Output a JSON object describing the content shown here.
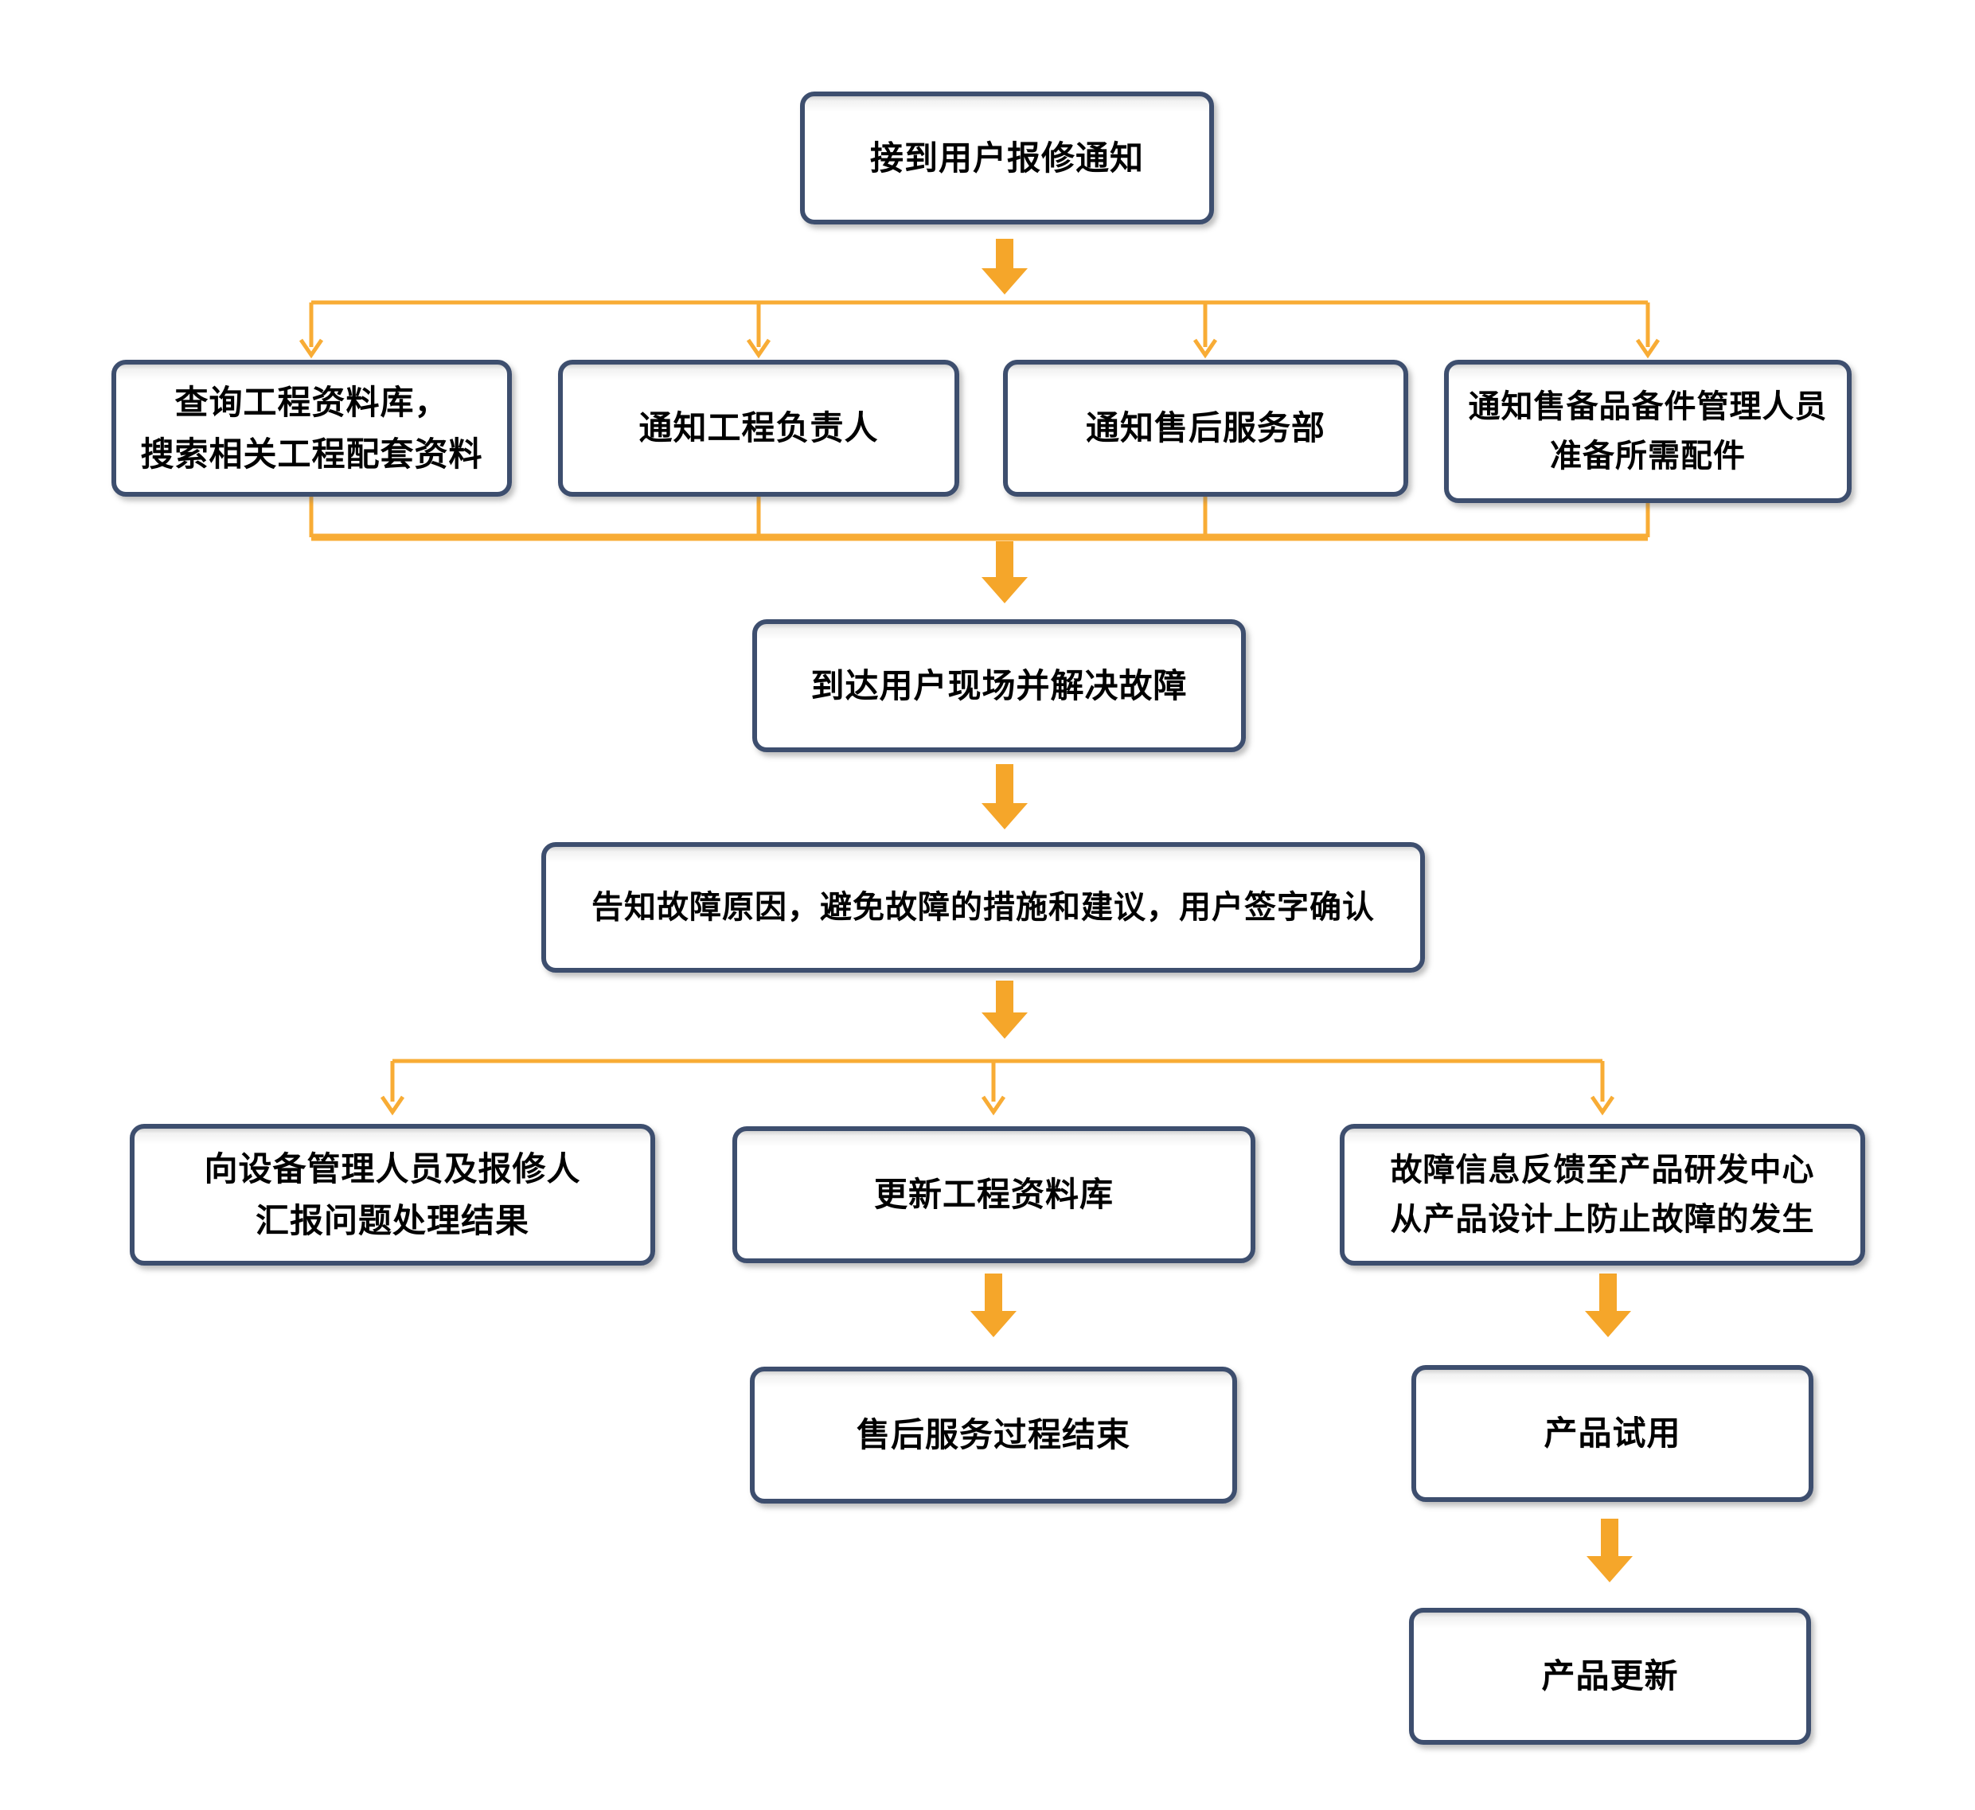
{
  "diagram": {
    "type": "flowchart",
    "background": "#ffffff",
    "colors": {
      "box_border": "#3d4e6e",
      "arrow_orange": "#f5a62a",
      "line_orange": "#f8ac35",
      "text": "#000000"
    },
    "nodes": {
      "start": {
        "line1": "接到用户报修通知"
      },
      "query_db": {
        "line1": "查询工程资料库，",
        "line2": "搜索相关工程配套资料"
      },
      "notify_engineer": {
        "line1": "通知工程负责人"
      },
      "notify_service": {
        "line1": "通知售后服务部"
      },
      "notify_parts": {
        "line1": "通知售备品备件管理人员",
        "line2": "准备所需配件"
      },
      "arrive_fix": {
        "line1": "到达用户现场并解决故障"
      },
      "inform_sign": {
        "line1": "告知故障原因，避免故障的措施和建议，用户签字确认"
      },
      "report_result": {
        "line1": "向设备管理人员及报修人",
        "line2": "汇报问题处理结果"
      },
      "update_db": {
        "line1": "更新工程资料库"
      },
      "feedback_rd": {
        "line1": "故障信息反馈至产品研发中心",
        "line2": "从产品设计上防止故障的发生"
      },
      "service_end": {
        "line1": "售后服务过程结束"
      },
      "product_trial": {
        "line1": "产品试用"
      },
      "product_update": {
        "line1": "产品更新"
      }
    },
    "edges": [
      {
        "from": "start",
        "to": "query_db"
      },
      {
        "from": "start",
        "to": "notify_engineer"
      },
      {
        "from": "start",
        "to": "notify_service"
      },
      {
        "from": "start",
        "to": "notify_parts"
      },
      {
        "from": "query_db",
        "to": "arrive_fix"
      },
      {
        "from": "notify_engineer",
        "to": "arrive_fix"
      },
      {
        "from": "notify_service",
        "to": "arrive_fix"
      },
      {
        "from": "notify_parts",
        "to": "arrive_fix"
      },
      {
        "from": "arrive_fix",
        "to": "inform_sign"
      },
      {
        "from": "inform_sign",
        "to": "report_result"
      },
      {
        "from": "inform_sign",
        "to": "update_db"
      },
      {
        "from": "inform_sign",
        "to": "feedback_rd"
      },
      {
        "from": "update_db",
        "to": "service_end"
      },
      {
        "from": "feedback_rd",
        "to": "product_trial"
      },
      {
        "from": "product_trial",
        "to": "product_update"
      }
    ]
  }
}
